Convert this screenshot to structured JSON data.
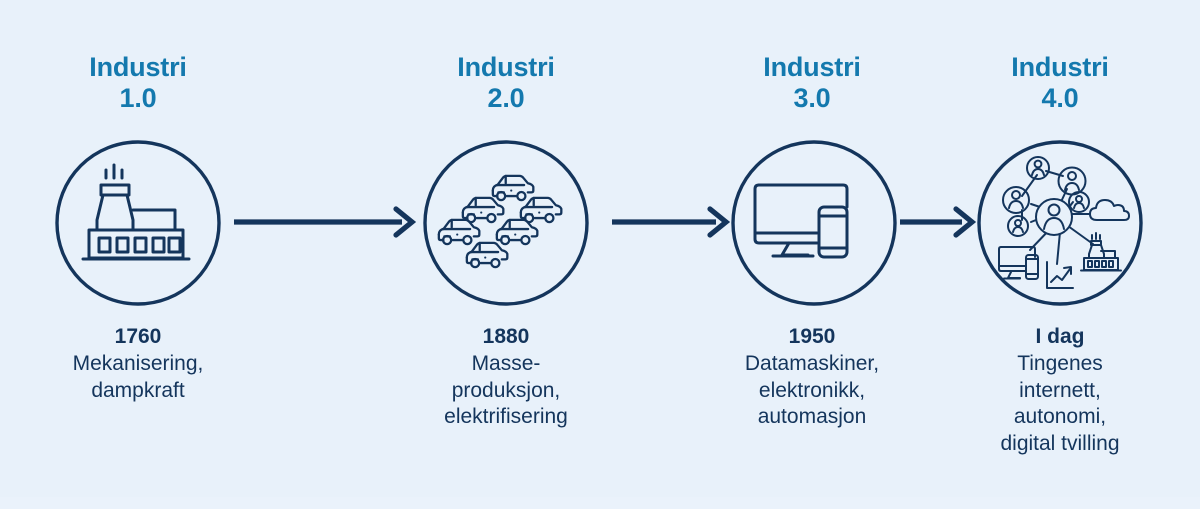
{
  "graphic": {
    "type": "timeline-infographic",
    "language": "no",
    "background_color": "#e8f1fa",
    "heading_color": "#1479ae",
    "ink_color": "#14355c",
    "arrow_color": "#14355c"
  },
  "stages": [
    {
      "heading_line1": "Industri",
      "heading_line2": "1.0",
      "icon": "factory-icon",
      "year": "1760",
      "description_lines": [
        "Mekanisering,",
        "dampkraft"
      ]
    },
    {
      "heading_line1": "Industri",
      "heading_line2": "2.0",
      "icon": "cars-icon",
      "year": "1880",
      "description_lines": [
        "Masse-",
        "produksjon,",
        "elektrifisering"
      ]
    },
    {
      "heading_line1": "Industri",
      "heading_line2": "3.0",
      "icon": "computer-monitor-phone-icon",
      "year": "1950",
      "description_lines": [
        "Datamaskiner,",
        "elektronikk,",
        "automasjon"
      ]
    },
    {
      "heading_line1": "Industri",
      "heading_line2": "4.0",
      "icon": "iot-network-icon",
      "year": "I dag",
      "description_lines": [
        "Tingenes",
        "internett,",
        "autonomi,",
        "digital tvilling"
      ]
    }
  ],
  "arrows": [
    {
      "name": "arrow-1-to-2",
      "direction": "right"
    },
    {
      "name": "arrow-2-to-3",
      "direction": "right"
    },
    {
      "name": "arrow-3-to-4",
      "direction": "right"
    }
  ]
}
